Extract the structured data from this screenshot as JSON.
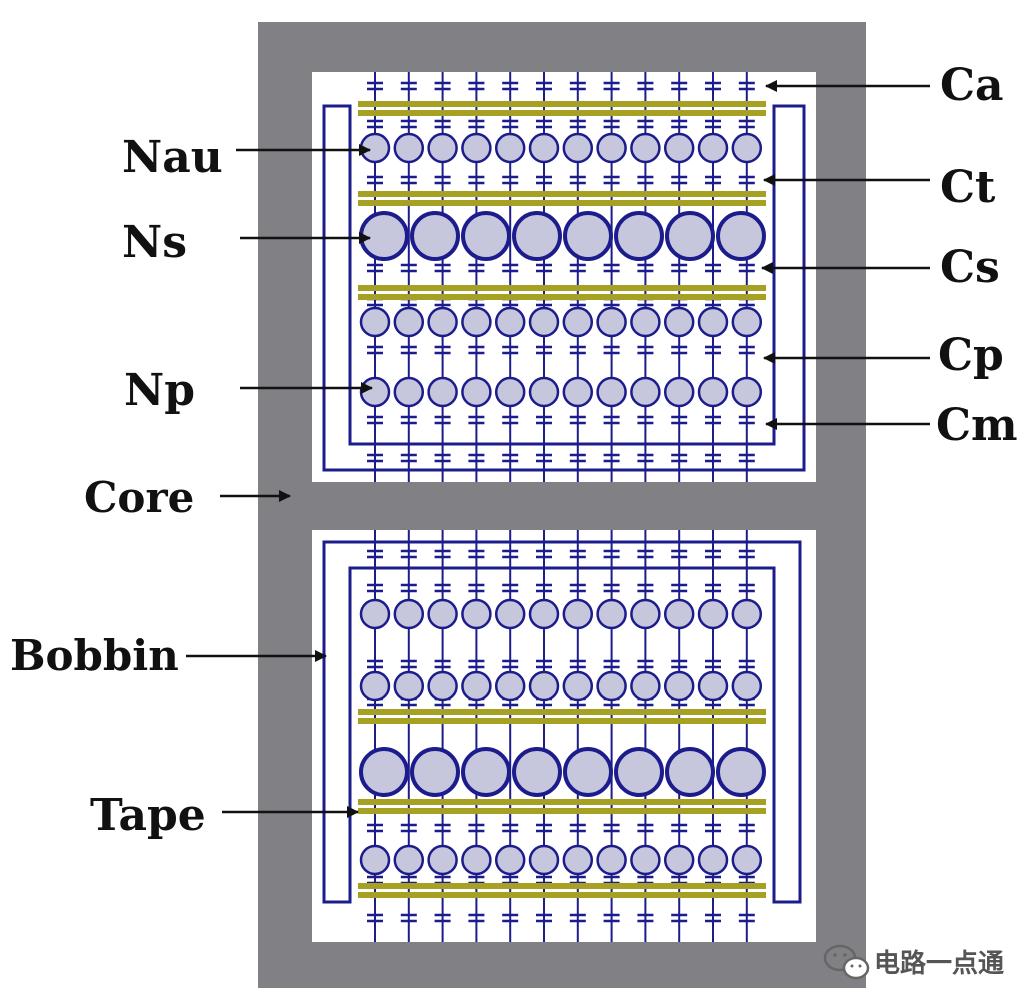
{
  "labels": {
    "left": [
      "Nau",
      "Ns",
      "Np",
      "Core",
      "Bobbin",
      "Tape"
    ],
    "right": [
      "Ca",
      "Ct",
      "Cs",
      "Cp",
      "Cm"
    ]
  },
  "watermark": {
    "text": "电路一点通",
    "icon": "wechat-icon"
  },
  "colors": {
    "core": "#818185",
    "winding_window": "#ffffff",
    "bobbin": "#1c1c8c",
    "tape": "#a7a123",
    "conductor_fill": "#c6c6dc",
    "conductor_stroke": "#1c1c8c",
    "capacitor": "#1c1c8c",
    "arrow": "#111111"
  }
}
